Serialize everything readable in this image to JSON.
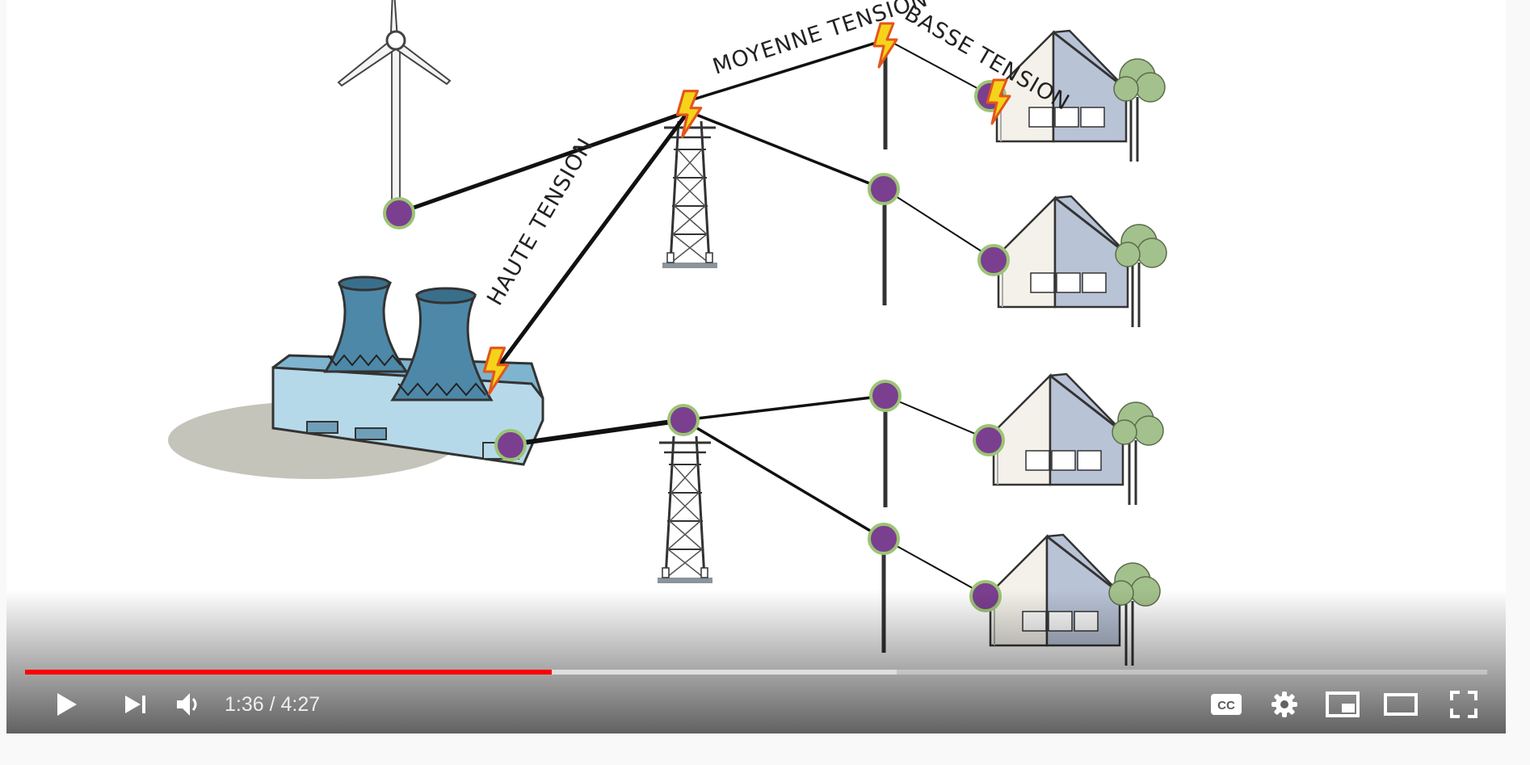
{
  "video": {
    "labels": {
      "haute": "HAUTE TENSION",
      "moyenne": "MOYENNE TENSION",
      "basse": "BASSE TENSION"
    },
    "colors": {
      "node": "#7b3f8f",
      "node_ring": "#9bc474",
      "house": "#b9c3d6",
      "tree": "#a3c18c",
      "cooling_tower": "#4d88a8",
      "shadow": "#c4c4ba"
    }
  },
  "controls": {
    "progress": {
      "played_percent": 36.0,
      "buffered_percent": 59.6,
      "played_color": "#ff0000"
    },
    "time": {
      "current": "1:36",
      "separator": " / ",
      "duration": "4:27"
    },
    "icons": {
      "play": "play-icon",
      "next": "next-icon",
      "volume": "volume-icon",
      "captions": "captions-icon",
      "settings": "settings-icon",
      "miniplayer": "miniplayer-icon",
      "theater": "theater-mode-icon",
      "fullscreen": "fullscreen-icon"
    }
  }
}
